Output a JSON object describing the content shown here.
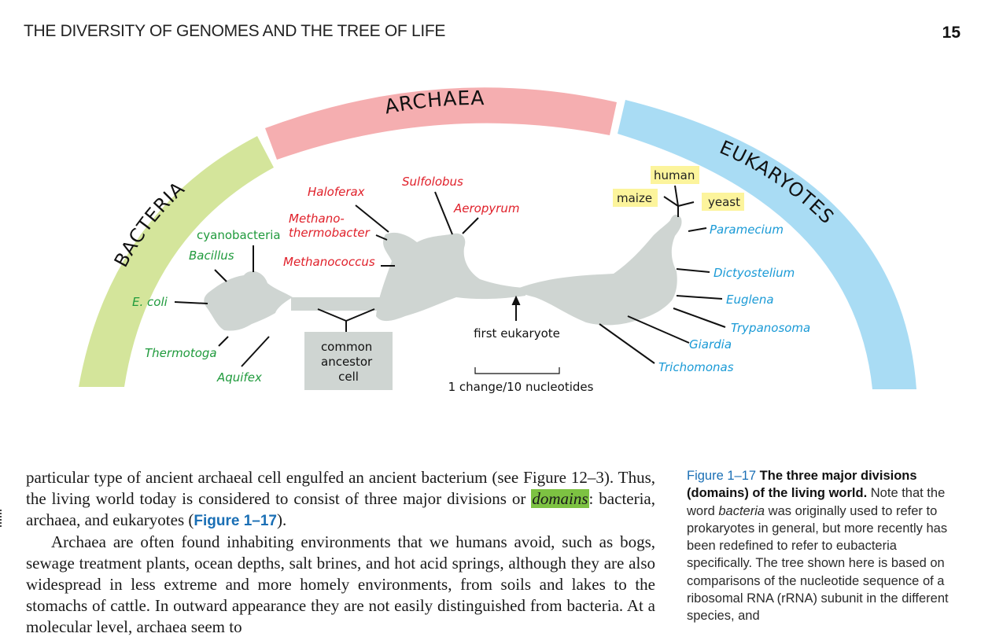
{
  "header": {
    "running_title": "THE DIVERSITY OF GENOMES AND THE TREE OF LIFE",
    "page_number": "15"
  },
  "figure": {
    "domains": {
      "bacteria": "BACTERIA",
      "archaea": "ARCHAEA",
      "eukaryotes": "EUKARYOTES"
    },
    "bacteria_labels": [
      "cyanobacteria",
      "Bacillus",
      "E. coli",
      "Thermotoga",
      "Aquifex"
    ],
    "archaea_labels": [
      "Haloferax",
      "Sulfolobus",
      "Aeropyrum",
      "Methano-",
      "thermobacter",
      "Methanococcus"
    ],
    "eukaryote_labels": [
      "human",
      "maize",
      "yeast",
      "Paramecium",
      "Dictyostelium",
      "Euglena",
      "Trypanosoma",
      "Giardia",
      "Trichomonas"
    ],
    "common_ancestor": [
      "common",
      "ancestor",
      "cell"
    ],
    "first_eukaryote": "first eukaryote",
    "scale_bar": "1 change/10 nucleotides",
    "colors": {
      "bacteria": "#d4e59b",
      "archaea": "#f5aeb0",
      "eukaryotes": "#a9dcf4",
      "tree": "#cfd5d2",
      "bacteria_text": "#1f9a3c",
      "archaea_text": "#e0202a",
      "eukaryote_text": "#1a9ad6",
      "label_box": "#fcf49c"
    }
  },
  "body": {
    "p1_before": "particular type of ancient archaeal cell engulfed an ancient bacterium (see Figure 12–3). Thus, the living world today is considered to consist of three major divisions or ",
    "p1_term": "domains",
    "p1_middle": ": bacteria, archaea, and eukaryotes (",
    "p1_ref": "Figure 1–17",
    "p1_after": ").",
    "p2": "Archaea are often found inhabiting environments that we humans avoid, such as bogs, sewage treatment plants, ocean depths, salt brines, and hot acid springs, although they are also widespread in less extreme and more homely environments, from soils and lakes to the stomachs of cattle. In outward appearance they are not easily distinguished from bacteria. At a molecular level, archaea seem to"
  },
  "caption": {
    "number": "Figure 1–17",
    "title": "The three major divisions (domains) of the living world.",
    "text1": "Note that the word ",
    "italic": "bacteria",
    "text2": " was originally used to refer to prokaryotes in general, but more recently has been redefined to refer to eubacteria specifically. The tree shown here is based on comparisons of the nucleotide sequence of a ribosomal RNA (rRNA) subunit in the different species, and"
  }
}
